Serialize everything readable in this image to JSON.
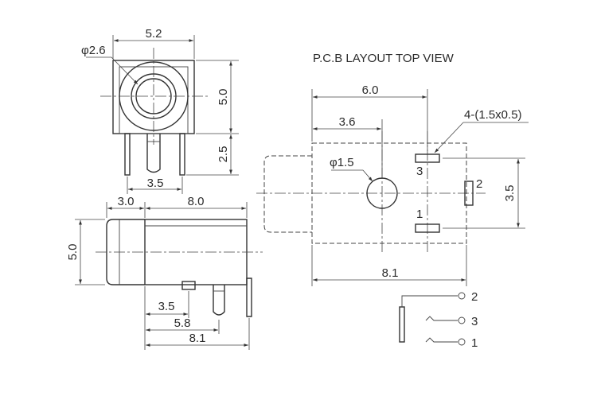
{
  "title": "P.C.B LAYOUT TOP VIEW",
  "front_view": {
    "width_dim": "5.2",
    "bore_dim": "φ2.6",
    "height_dim": "5.0",
    "pin_height_dim": "2.5",
    "pin_spacing_dim": "3.5"
  },
  "side_view": {
    "nose_dim": "3.0",
    "body_dim": "8.0",
    "height_dim": "5.0",
    "pin1_dim": "3.5",
    "pin2_dim": "5.8",
    "overall_dim": "8.1"
  },
  "pcb_layout": {
    "width_dim": "6.0",
    "hole_offset_dim": "3.6",
    "pad_size_dim": "4-(1.5x0.5)",
    "hole_dim": "φ1.5",
    "pad_spacing_dim": "3.5",
    "length_dim": "8.1",
    "pad_labels": [
      "3",
      "2",
      "1"
    ]
  },
  "schematic": {
    "terminals": [
      "2",
      "3",
      "1"
    ]
  }
}
